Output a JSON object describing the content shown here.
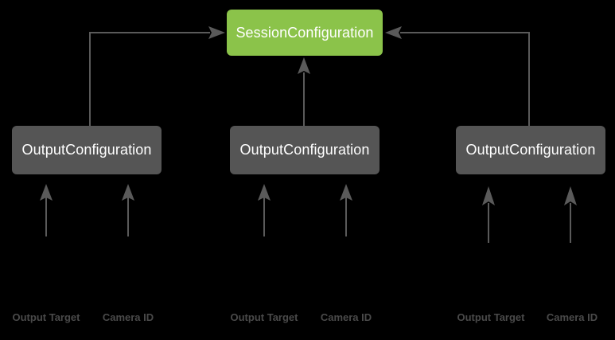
{
  "diagram": {
    "title_node": {
      "label": "SessionConfiguration",
      "color": "#8BC34A"
    },
    "output_nodes": [
      {
        "label": "OutputConfiguration",
        "color": "#555555"
      },
      {
        "label": "OutputConfiguration",
        "color": "#555555"
      },
      {
        "label": "OutputConfiguration",
        "color": "#555555"
      }
    ],
    "input_labels": [
      {
        "label": "Output Target"
      },
      {
        "label": "Camera ID"
      },
      {
        "label": "Output Target"
      },
      {
        "label": "Camera ID"
      },
      {
        "label": "Output Target"
      },
      {
        "label": "Camera ID"
      }
    ],
    "colors": {
      "background": "#000000",
      "edge": "#5a5a5a",
      "node_text": "#ffffff",
      "label_text": "#4a4a4a"
    }
  }
}
